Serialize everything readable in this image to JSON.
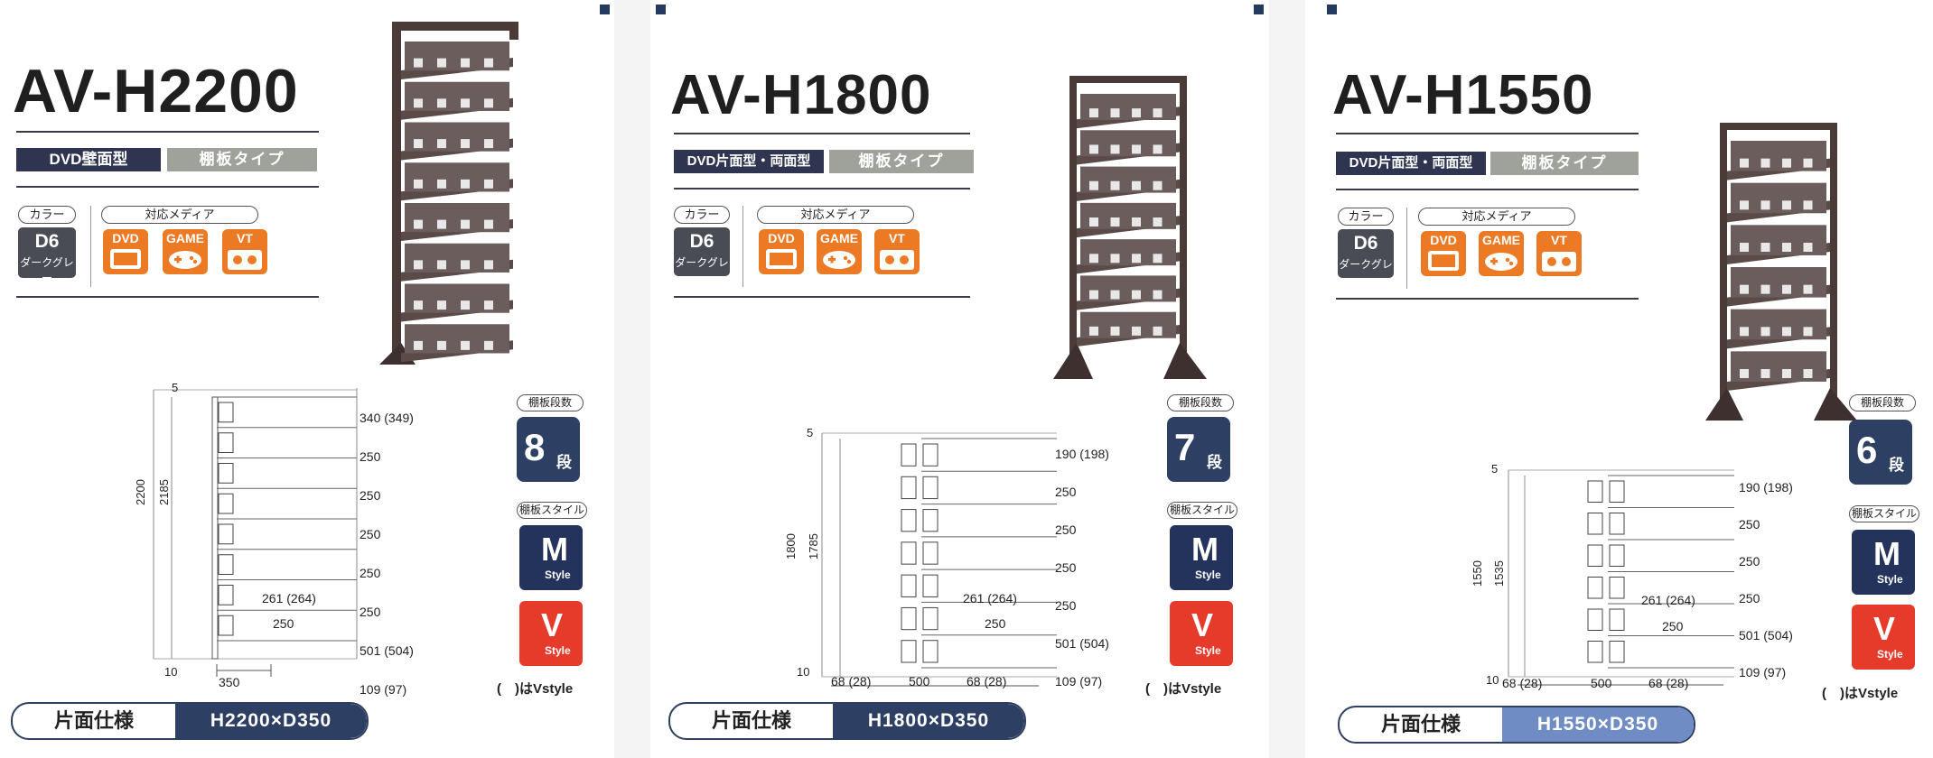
{
  "panels": [
    {
      "model": "AV-H2200",
      "type_tag": "DVD壁面型",
      "shelf_tag": "棚板タイプ",
      "color_label": "カラー",
      "color_code": "D6",
      "color_name": "ダークグレー",
      "media_label": "対応メディア",
      "media": [
        "DVD",
        "GAME",
        "VT"
      ],
      "steps_label": "棚板段数",
      "steps_num": "8",
      "steps_unit": "段",
      "style_label": "棚板スタイル",
      "style_m": "M",
      "style_v": "V",
      "style_word": "Style",
      "note": "(　)はVstyle",
      "spec_label": "片面仕様",
      "spec_value": "H2200×D350",
      "dims": {
        "top": "5",
        "total": "2200",
        "inner": "2185",
        "bottom": "10",
        "width": "350",
        "right": [
          "340 (349)",
          "250",
          "250",
          "250",
          "250",
          "250",
          "501 (504)",
          "109 (97)"
        ],
        "angled": "261 (264)",
        "angled2": "250"
      }
    },
    {
      "model": "AV-H1800",
      "type_tag": "DVD片面型・両面型",
      "shelf_tag": "棚板タイプ",
      "color_label": "カラー",
      "color_code": "D6",
      "color_name": "ダークグレー",
      "media_label": "対応メディア",
      "media": [
        "DVD",
        "GAME",
        "VT"
      ],
      "steps_label": "棚板段数",
      "steps_num": "7",
      "steps_unit": "段",
      "style_label": "棚板スタイル",
      "style_m": "M",
      "style_v": "V",
      "style_word": "Style",
      "note": "(　)はVstyle",
      "spec_label": "片面仕様",
      "spec_value": "H1800×D350",
      "dims": {
        "top": "5",
        "total": "1800",
        "inner": "1785",
        "bottom": "10",
        "bottom_row": [
          "68 (28)",
          "500",
          "68 (28)"
        ],
        "right": [
          "190 (198)",
          "250",
          "250",
          "250",
          "250",
          "501 (504)",
          "109 (97)"
        ],
        "angled": "261 (264)",
        "angled2": "250"
      }
    },
    {
      "model": "AV-H1550",
      "type_tag": "DVD片面型・両面型",
      "shelf_tag": "棚板タイプ",
      "color_label": "カラー",
      "color_code": "D6",
      "color_name": "ダークグレー",
      "media_label": "対応メディア",
      "media": [
        "DVD",
        "GAME",
        "VT"
      ],
      "steps_label": "棚板段数",
      "steps_num": "6",
      "steps_unit": "段",
      "style_label": "棚板スタイル",
      "style_m": "M",
      "style_v": "V",
      "style_word": "Style",
      "note": "(　)はVstyle",
      "spec_label": "片面仕様",
      "spec_value": "H1550×D350",
      "dims": {
        "top": "5",
        "total": "1550",
        "inner": "1535",
        "bottom": "10",
        "bottom_row": [
          "68 (28)",
          "500",
          "68 (28)"
        ],
        "right": [
          "190 (198)",
          "250",
          "250",
          "250",
          "501 (504)",
          "109 (97)"
        ],
        "angled": "261 (264)",
        "angled2": "250"
      }
    }
  ],
  "colors": {
    "navy": "#2d3f63",
    "orange": "#ec7a25",
    "red": "#e63a2a",
    "rack_brown": "#4a3a38",
    "tag_gray": "#9ea29b"
  },
  "icons": [
    "dvd-icon",
    "game-controller-icon",
    "vt-tape-icon"
  ]
}
